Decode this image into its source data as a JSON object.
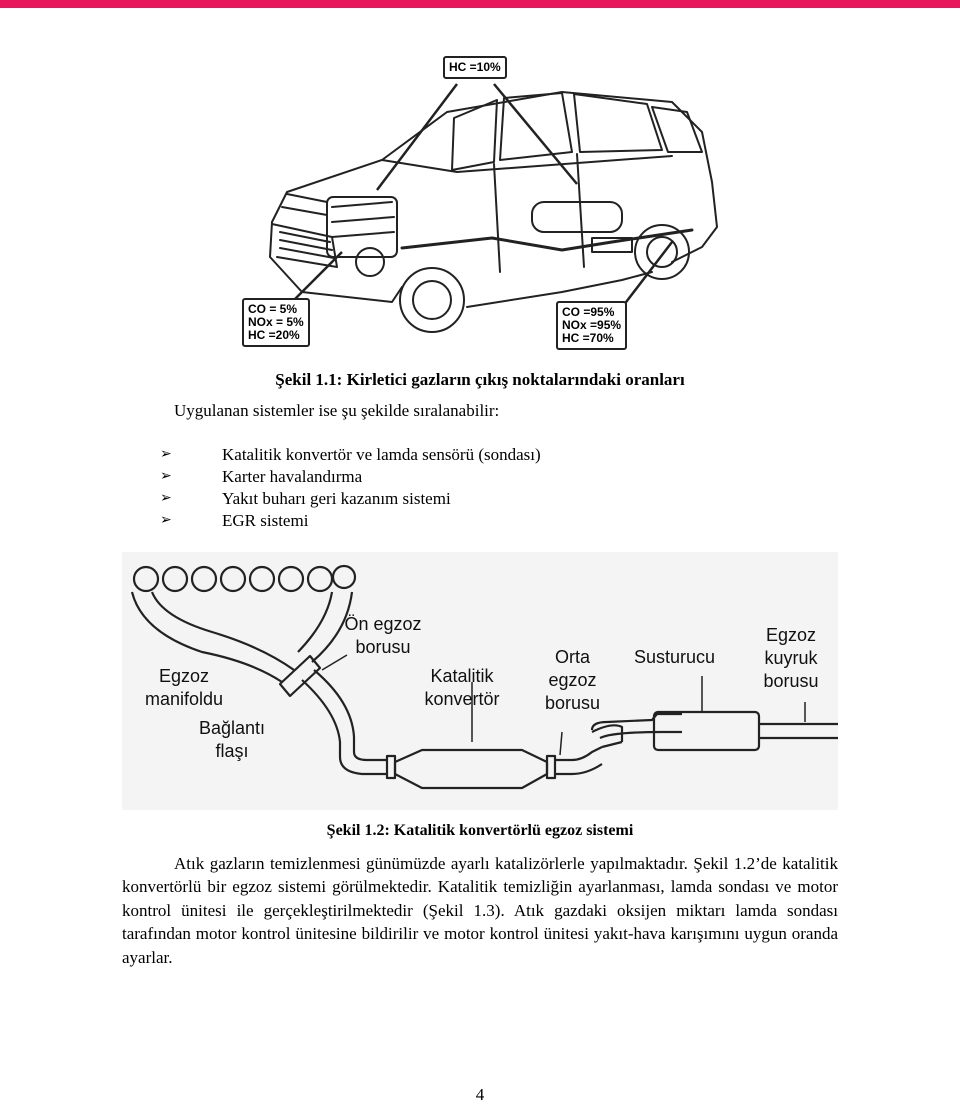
{
  "figure1": {
    "box_top": [
      "HC =10%"
    ],
    "box_left": [
      "CO = 5%",
      "NOx = 5%",
      "HC =20%"
    ],
    "box_right": [
      "CO =95%",
      "NOx =95%",
      "HC =70%"
    ],
    "caption": "Şekil 1.1: Kirletici gazların çıkış noktalarındaki oranları"
  },
  "intro": "Uygulanan sistemler ise şu şekilde sıralanabilir:",
  "bullets": [
    "Katalitik konvertör ve lamda sensörü (sondası)",
    "Karter havalandırma",
    "Yakıt buharı geri kazanım sistemi",
    "EGR sistemi"
  ],
  "figure2": {
    "labels": {
      "manifold": "Egzoz manifoldu",
      "flange": "Bağlantı flaşı",
      "front_pipe": "Ön egzoz borusu",
      "converter": "Katalitik konvertör",
      "mid_pipe": "Orta egzoz borusu",
      "muffler": "Susturucu",
      "tail_pipe": "Egzoz kuyruk borusu"
    },
    "caption": "Şekil 1.2: Katalitik konvertörlü egzoz sistemi"
  },
  "paragraph": "Atık gazların temizlenmesi günümüzde ayarlı katalizörlerle yapılmaktadır. Şekil 1.2’de katalitik konvertörlü bir egzoz sistemi görülmektedir. Katalitik temizliğin ayarlanması, lamda sondası ve motor kontrol ünitesi ile gerçekleştirilmektedir (Şekil 1.3). Atık gazdaki oksijen miktarı lamda sondası tarafından motor kontrol ünitesine bildirilir ve motor kontrol ünitesi yakıt-hava karışımını uygun oranda ayarlar.",
  "page_number": "4"
}
